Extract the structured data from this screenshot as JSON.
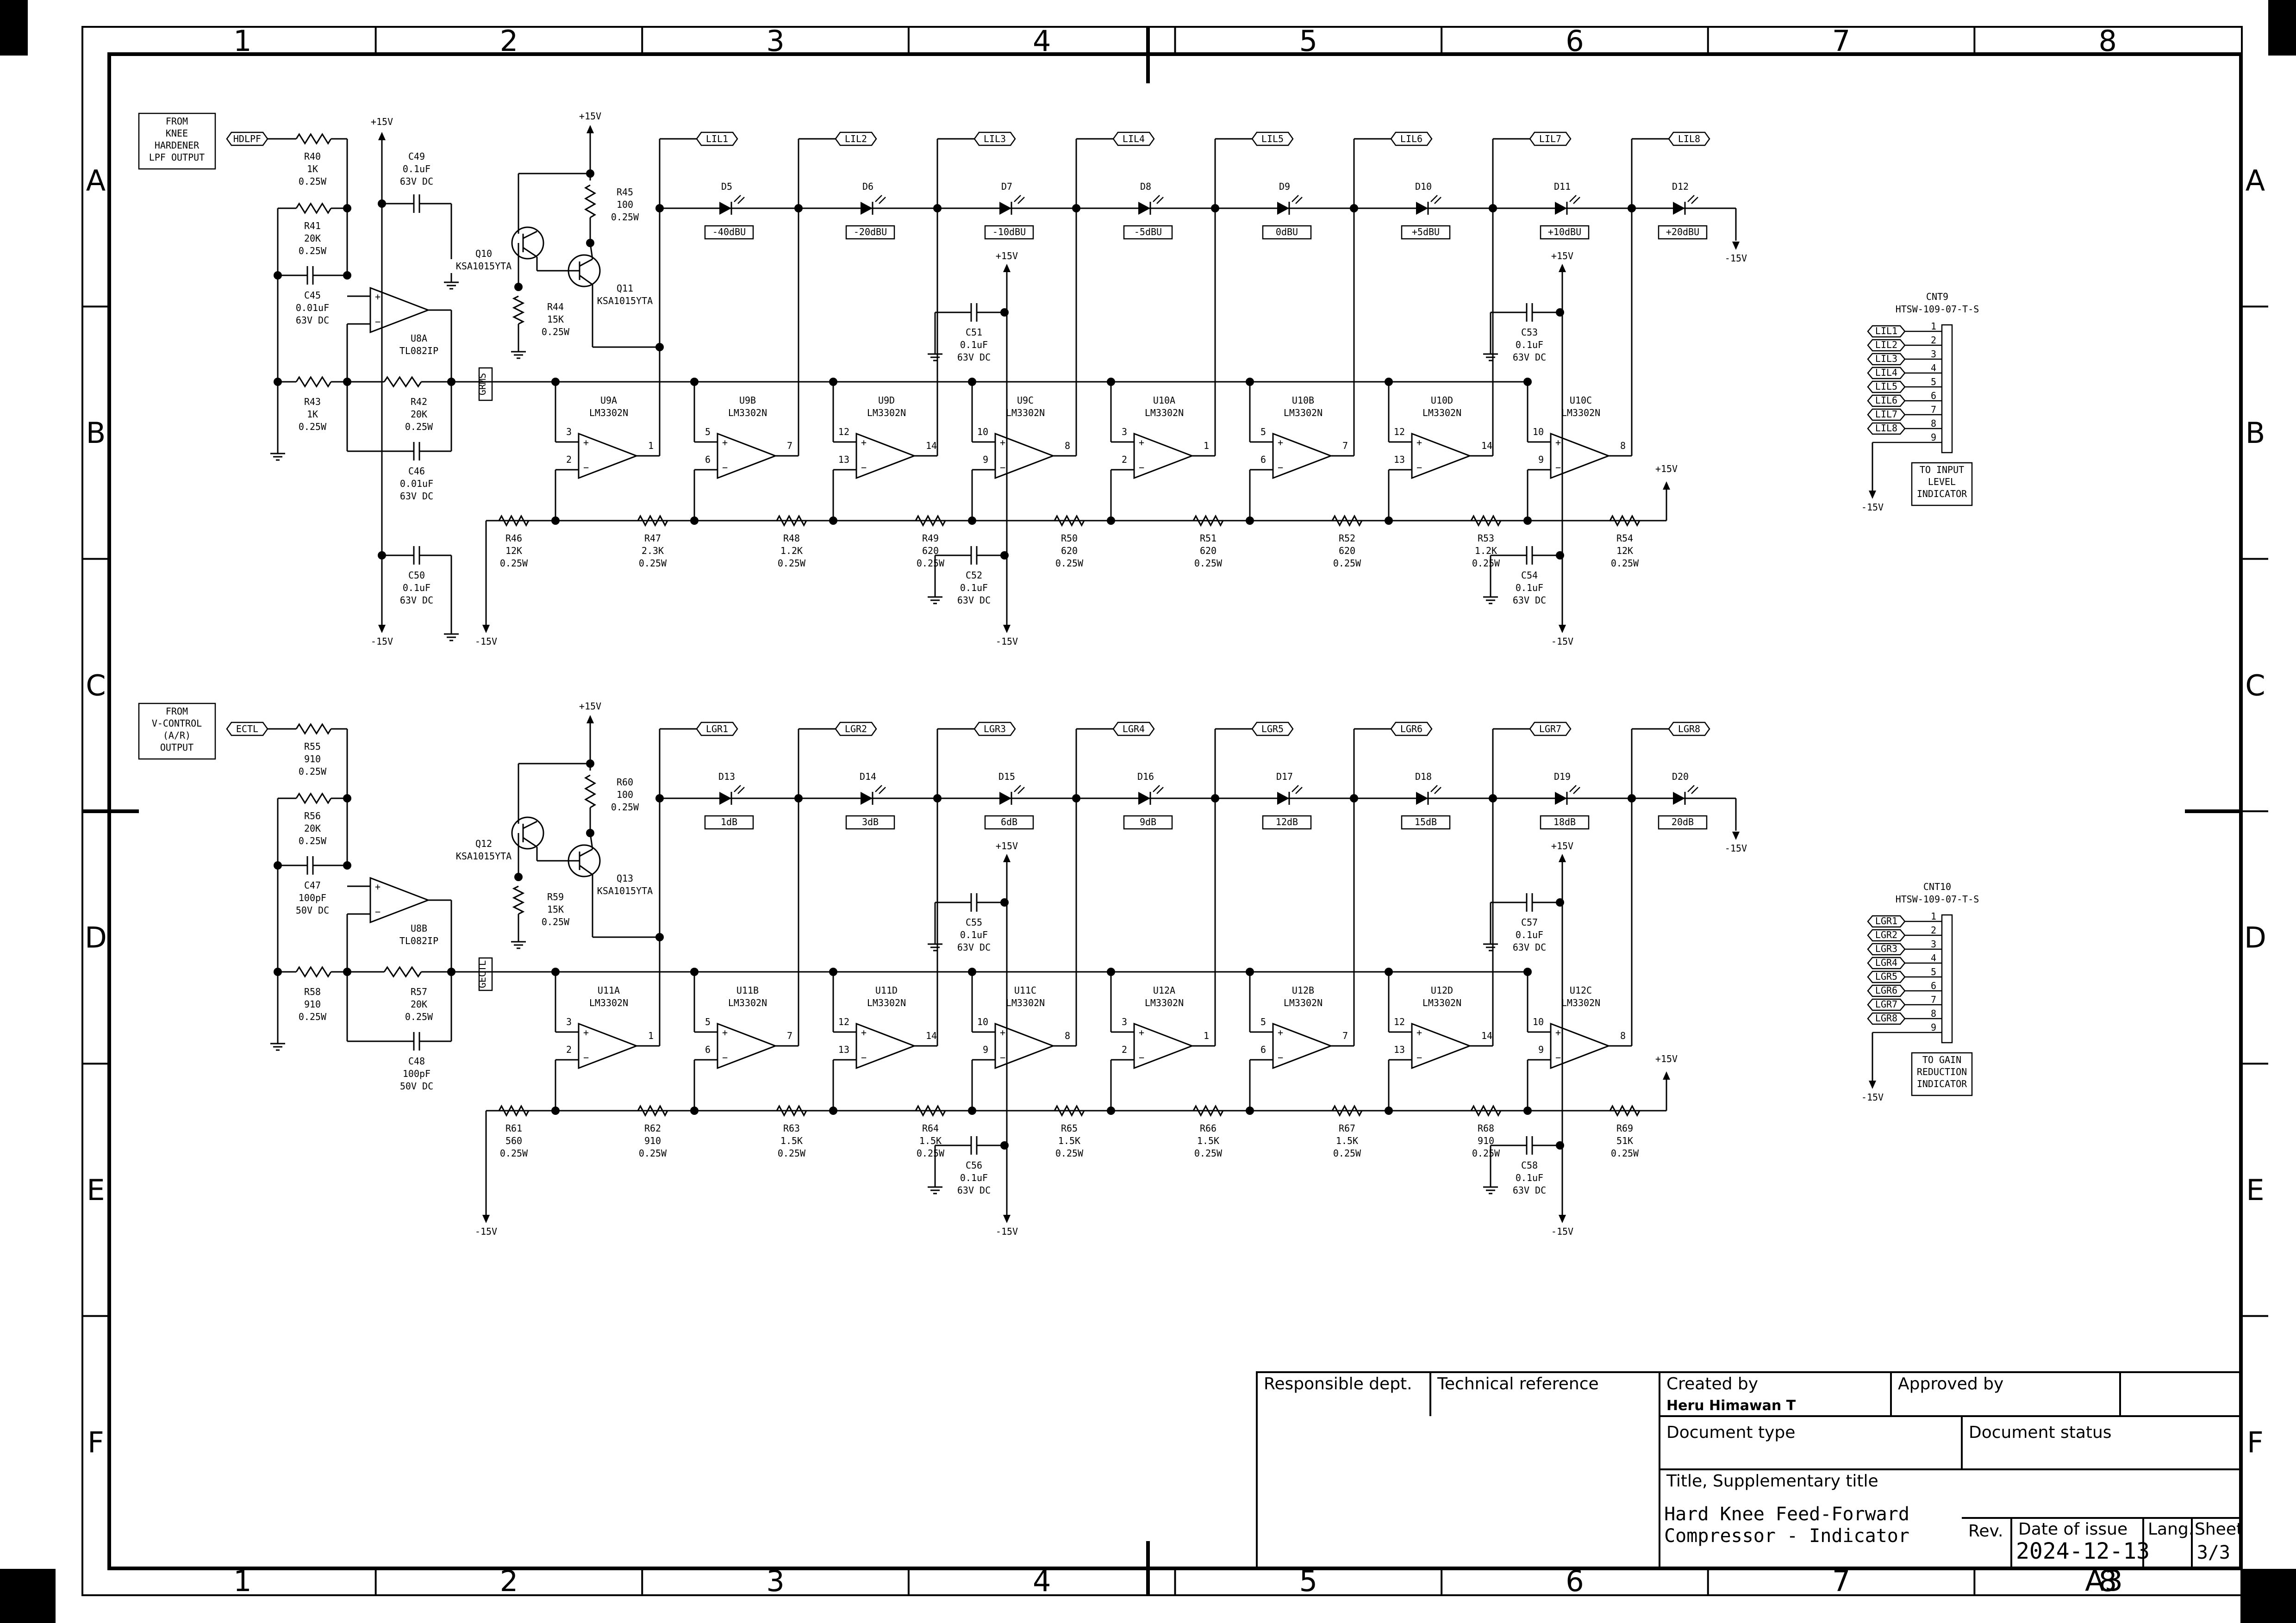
{
  "zones": {
    "columns": [
      "1",
      "2",
      "3",
      "4",
      "5",
      "6",
      "7",
      "8"
    ],
    "rows": [
      "A",
      "B",
      "C",
      "D",
      "E",
      "F"
    ]
  },
  "notes": {
    "top_source": [
      "FROM",
      "KNEE",
      "HARDENER",
      "LPF OUTPUT"
    ],
    "bottom_source": [
      "FROM",
      "V-CONTROL",
      "(A/R)",
      "OUTPUT"
    ],
    "top_dest": [
      "TO INPUT",
      "LEVEL",
      "INDICATOR"
    ],
    "bottom_dest": [
      "TO GAIN",
      "REDUCTION",
      "INDICATOR"
    ]
  },
  "labels": {
    "hdlpf": "HDLPF",
    "ectl": "ECTL",
    "grms": "GRMS",
    "gectl": "GECTL",
    "plus15": "+15V",
    "minus15": "-15V"
  },
  "top_section": {
    "input_parts": [
      {
        "ref": "R40",
        "v1": "1K",
        "v2": "0.25W"
      },
      {
        "ref": "R41",
        "v1": "20K",
        "v2": "0.25W"
      },
      {
        "ref": "C45",
        "v1": "0.01uF",
        "v2": "63V DC"
      },
      {
        "ref": "R43",
        "v1": "1K",
        "v2": "0.25W"
      },
      {
        "ref": "R42",
        "v1": "20K",
        "v2": "0.25W"
      },
      {
        "ref": "C46",
        "v1": "0.01uF",
        "v2": "63V DC"
      },
      {
        "ref": "C49",
        "v1": "0.1uF",
        "v2": "63V DC"
      },
      {
        "ref": "C50",
        "v1": "0.1uF",
        "v2": "63V DC"
      },
      {
        "ref": "R45",
        "v1": "100",
        "v2": "0.25W"
      },
      {
        "ref": "R44",
        "v1": "15K",
        "v2": "0.25W"
      }
    ],
    "opamp_main": {
      "ref": "U8A",
      "part": "TL082IP"
    },
    "transistors": [
      {
        "ref": "Q10",
        "part": "KSA1015YTA"
      },
      {
        "ref": "Q11",
        "part": "KSA1015YTA"
      }
    ],
    "led_nets": [
      "LIL1",
      "LIL2",
      "LIL3",
      "LIL4",
      "LIL5",
      "LIL6",
      "LIL7",
      "LIL8"
    ],
    "leds": [
      {
        "ref": "D5",
        "level": "-40dBU"
      },
      {
        "ref": "D6",
        "level": "-20dBU"
      },
      {
        "ref": "D7",
        "level": "-10dBU"
      },
      {
        "ref": "D8",
        "level": "-5dBU"
      },
      {
        "ref": "D9",
        "level": "0dBU"
      },
      {
        "ref": "D10",
        "level": "+5dBU"
      },
      {
        "ref": "D11",
        "level": "+10dBU"
      },
      {
        "ref": "D12",
        "level": "+20dBU"
      }
    ],
    "comparators": [
      {
        "ref": "U9A",
        "part": "LM3302N",
        "pins": [
          "3",
          "2",
          "1"
        ]
      },
      {
        "ref": "U9B",
        "part": "LM3302N",
        "pins": [
          "5",
          "6",
          "7"
        ]
      },
      {
        "ref": "U9D",
        "part": "LM3302N",
        "pins": [
          "12",
          "13",
          "14"
        ]
      },
      {
        "ref": "U9C",
        "part": "LM3302N",
        "pins": [
          "10",
          "9",
          "8"
        ]
      },
      {
        "ref": "U10A",
        "part": "LM3302N",
        "pins": [
          "3",
          "2",
          "1"
        ]
      },
      {
        "ref": "U10B",
        "part": "LM3302N",
        "pins": [
          "5",
          "6",
          "7"
        ]
      },
      {
        "ref": "U10D",
        "part": "LM3302N",
        "pins": [
          "12",
          "13",
          "14"
        ]
      },
      {
        "ref": "U10C",
        "part": "LM3302N",
        "pins": [
          "10",
          "9",
          "8"
        ]
      }
    ],
    "ladder": [
      {
        "ref": "R46",
        "v1": "12K",
        "v2": "0.25W"
      },
      {
        "ref": "R47",
        "v1": "2.3K",
        "v2": "0.25W"
      },
      {
        "ref": "R48",
        "v1": "1.2K",
        "v2": "0.25W"
      },
      {
        "ref": "R49",
        "v1": "620",
        "v2": "0.25W"
      },
      {
        "ref": "R50",
        "v1": "620",
        "v2": "0.25W"
      },
      {
        "ref": "R51",
        "v1": "620",
        "v2": "0.25W"
      },
      {
        "ref": "R52",
        "v1": "620",
        "v2": "0.25W"
      },
      {
        "ref": "R53",
        "v1": "1.2K",
        "v2": "0.25W"
      },
      {
        "ref": "R54",
        "v1": "12K",
        "v2": "0.25W"
      }
    ],
    "bypass": [
      {
        "ref": "C51",
        "v1": "0.1uF",
        "v2": "63V DC"
      },
      {
        "ref": "C52",
        "v1": "0.1uF",
        "v2": "63V DC"
      },
      {
        "ref": "C53",
        "v1": "0.1uF",
        "v2": "63V DC"
      },
      {
        "ref": "C54",
        "v1": "0.1uF",
        "v2": "63V DC"
      }
    ],
    "connector": {
      "ref": "CNT9",
      "part": "HTSW-109-07-T-S",
      "pins": [
        "1",
        "2",
        "3",
        "4",
        "5",
        "6",
        "7",
        "8",
        "9"
      ]
    }
  },
  "bottom_section": {
    "input_parts": [
      {
        "ref": "R55",
        "v1": "910",
        "v2": "0.25W"
      },
      {
        "ref": "R56",
        "v1": "20K",
        "v2": "0.25W"
      },
      {
        "ref": "C47",
        "v1": "100pF",
        "v2": "50V DC"
      },
      {
        "ref": "R58",
        "v1": "910",
        "v2": "0.25W"
      },
      {
        "ref": "R57",
        "v1": "20K",
        "v2": "0.25W"
      },
      {
        "ref": "C48",
        "v1": "100pF",
        "v2": "50V DC"
      },
      {
        "ref": "R60",
        "v1": "100",
        "v2": "0.25W"
      },
      {
        "ref": "R59",
        "v1": "15K",
        "v2": "0.25W"
      }
    ],
    "opamp_main": {
      "ref": "U8B",
      "part": "TL082IP"
    },
    "transistors": [
      {
        "ref": "Q12",
        "part": "KSA1015YTA"
      },
      {
        "ref": "Q13",
        "part": "KSA1015YTA"
      }
    ],
    "led_nets": [
      "LGR1",
      "LGR2",
      "LGR3",
      "LGR4",
      "LGR5",
      "LGR6",
      "LGR7",
      "LGR8"
    ],
    "leds": [
      {
        "ref": "D13",
        "level": "1dB"
      },
      {
        "ref": "D14",
        "level": "3dB"
      },
      {
        "ref": "D15",
        "level": "6dB"
      },
      {
        "ref": "D16",
        "level": "9dB"
      },
      {
        "ref": "D17",
        "level": "12dB"
      },
      {
        "ref": "D18",
        "level": "15dB"
      },
      {
        "ref": "D19",
        "level": "18dB"
      },
      {
        "ref": "D20",
        "level": "20dB"
      }
    ],
    "comparators": [
      {
        "ref": "U11A",
        "part": "LM3302N",
        "pins": [
          "3",
          "2",
          "1"
        ]
      },
      {
        "ref": "U11B",
        "part": "LM3302N",
        "pins": [
          "5",
          "6",
          "7"
        ]
      },
      {
        "ref": "U11D",
        "part": "LM3302N",
        "pins": [
          "12",
          "13",
          "14"
        ]
      },
      {
        "ref": "U11C",
        "part": "LM3302N",
        "pins": [
          "10",
          "9",
          "8"
        ]
      },
      {
        "ref": "U12A",
        "part": "LM3302N",
        "pins": [
          "3",
          "2",
          "1"
        ]
      },
      {
        "ref": "U12B",
        "part": "LM3302N",
        "pins": [
          "5",
          "6",
          "7"
        ]
      },
      {
        "ref": "U12D",
        "part": "LM3302N",
        "pins": [
          "12",
          "13",
          "14"
        ]
      },
      {
        "ref": "U12C",
        "part": "LM3302N",
        "pins": [
          "10",
          "9",
          "8"
        ]
      }
    ],
    "ladder": [
      {
        "ref": "R61",
        "v1": "560",
        "v2": "0.25W"
      },
      {
        "ref": "R62",
        "v1": "910",
        "v2": "0.25W"
      },
      {
        "ref": "R63",
        "v1": "1.5K",
        "v2": "0.25W"
      },
      {
        "ref": "R64",
        "v1": "1.5K",
        "v2": "0.25W"
      },
      {
        "ref": "R65",
        "v1": "1.5K",
        "v2": "0.25W"
      },
      {
        "ref": "R66",
        "v1": "1.5K",
        "v2": "0.25W"
      },
      {
        "ref": "R67",
        "v1": "1.5K",
        "v2": "0.25W"
      },
      {
        "ref": "R68",
        "v1": "910",
        "v2": "0.25W"
      },
      {
        "ref": "R69",
        "v1": "51K",
        "v2": "0.25W"
      }
    ],
    "bypass": [
      {
        "ref": "C55",
        "v1": "0.1uF",
        "v2": "63V DC"
      },
      {
        "ref": "C56",
        "v1": "0.1uF",
        "v2": "63V DC"
      },
      {
        "ref": "C57",
        "v1": "0.1uF",
        "v2": "63V DC"
      },
      {
        "ref": "C58",
        "v1": "0.1uF",
        "v2": "63V DC"
      }
    ],
    "connector": {
      "ref": "CNT10",
      "part": "HTSW-109-07-T-S",
      "pins": [
        "1",
        "2",
        "3",
        "4",
        "5",
        "6",
        "7",
        "8",
        "9"
      ]
    }
  },
  "title_block": {
    "responsible_dept_label": "Responsible dept.",
    "technical_reference_label": "Technical reference",
    "created_by_label": "Created by",
    "created_by_value": "Heru Himawan T",
    "approved_by_label": "Approved by",
    "document_type_label": "Document type",
    "document_status_label": "Document status",
    "title_label": "Title, Supplementary title",
    "title_line1": "Hard Knee Feed-Forward",
    "title_line2": "Compressor - Indicator",
    "rev_label": "Rev.",
    "date_label": "Date of issue",
    "date_value": "2024-12-13",
    "lang_label": "Lang.",
    "sheet_label": "Sheet",
    "sheet_value": "3/3",
    "paper_size": "A3"
  }
}
